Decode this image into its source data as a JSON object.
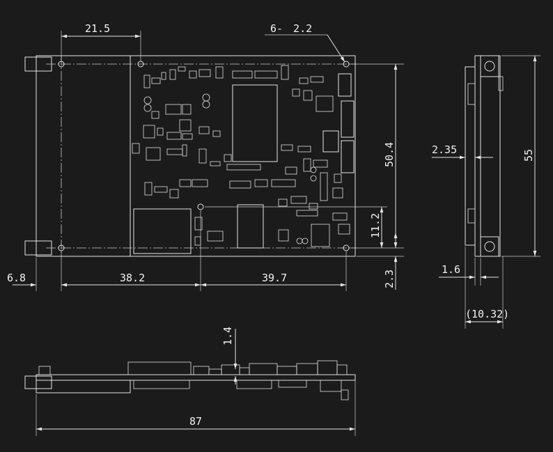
{
  "dimensions": {
    "top_spacing": "21.5",
    "hole_callout": "6-　2.2",
    "left_offset": "6.8",
    "hole_span_left": "38.2",
    "hole_span_right": "39.7",
    "bottom_offset": "2.3",
    "height_inner": "50.4",
    "lower_hole_gap": "11.2",
    "side_offset": "2.35",
    "overall_height": "55",
    "board_thickness": "1.6",
    "overall_thickness": "(10.32)",
    "bottom_clearance": "1.4",
    "overall_length": "87"
  },
  "colors": {
    "background": "#1b1b1b",
    "lines": "#e6e6e6"
  }
}
